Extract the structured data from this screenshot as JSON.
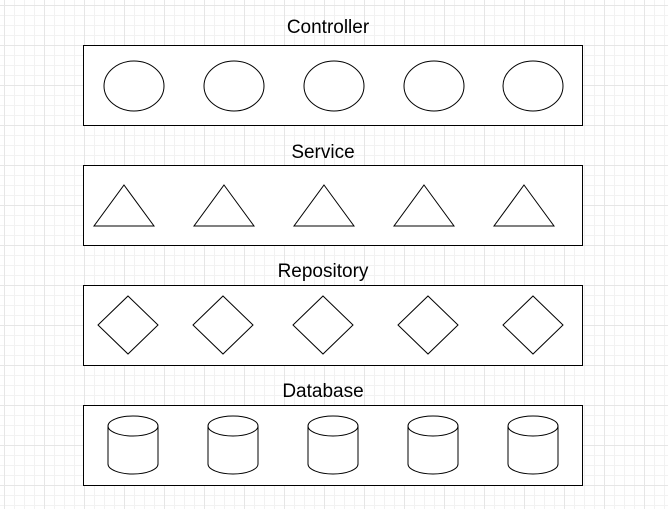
{
  "diagram": {
    "stroke_color": "#000000",
    "fill_color": "#ffffff",
    "layers": [
      {
        "title": "Controller",
        "shape": "ellipse",
        "count": 5
      },
      {
        "title": "Service",
        "shape": "triangle",
        "count": 5
      },
      {
        "title": "Repository",
        "shape": "diamond",
        "count": 5
      },
      {
        "title": "Database",
        "shape": "cylinder",
        "count": 5
      }
    ]
  }
}
